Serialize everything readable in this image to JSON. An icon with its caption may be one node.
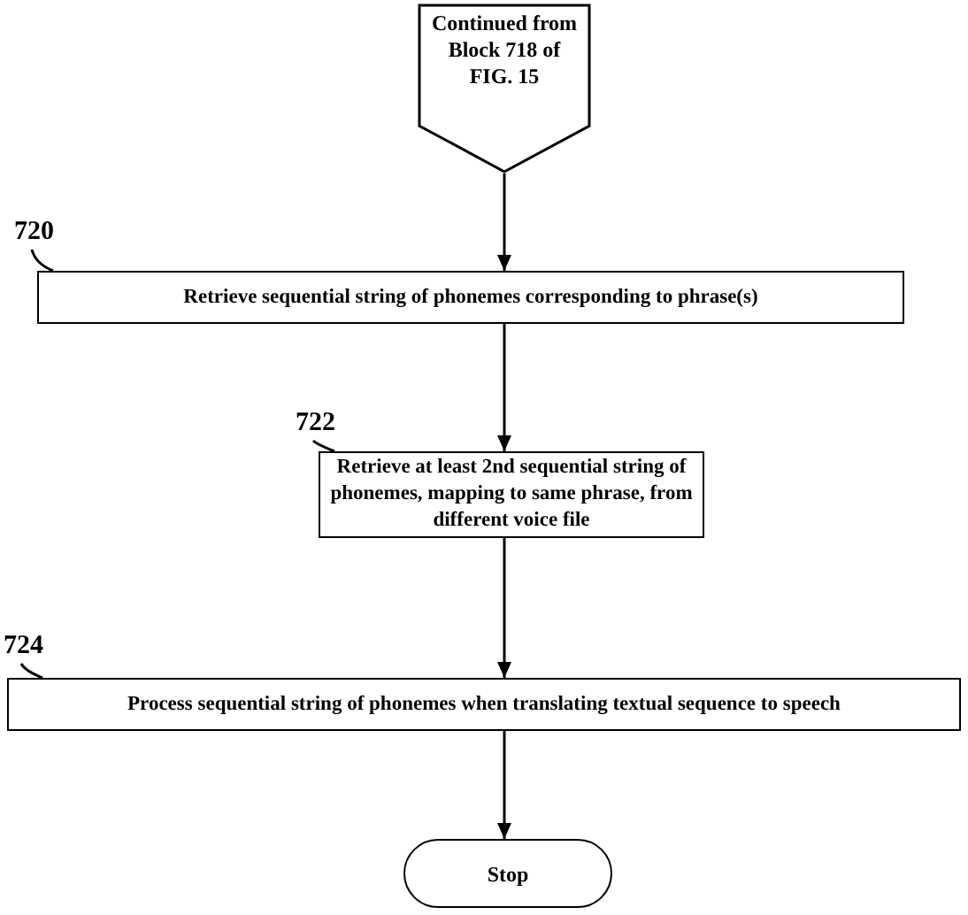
{
  "diagram": {
    "nodes": [
      {
        "text": [
          "Continued from Block 718 of FIG. 15"
        ]
      },
      {
        "text": [
          "720"
        ]
      },
      {
        "text": [
          "Retrieve sequential string of phonemes corresponding to phrase(s)"
        ]
      },
      {
        "text": [
          "722"
        ]
      },
      {
        "text": [
          "Retrieve at least 2nd sequential string of phonemes, mapping to same phrase, from different voice file"
        ]
      },
      {
        "text": [
          "724"
        ]
      },
      {
        "text": [
          "Process sequential string of phonemes when translating textual sequence to speech"
        ]
      },
      {
        "text": [
          "Stop"
        ]
      }
    ],
    "edges": [
      {
        "from": 0,
        "to": 2,
        "arrow": "to"
      },
      {
        "from": 1,
        "to": 2,
        "arrow": "none"
      },
      {
        "from": 2,
        "to": 4,
        "arrow": "to"
      },
      {
        "from": 3,
        "to": 4,
        "arrow": "none"
      },
      {
        "from": 4,
        "to": 6,
        "arrow": "to"
      },
      {
        "from": 5,
        "to": 6,
        "arrow": "none"
      },
      {
        "from": 6,
        "to": 7,
        "arrow": "to"
      }
    ]
  }
}
